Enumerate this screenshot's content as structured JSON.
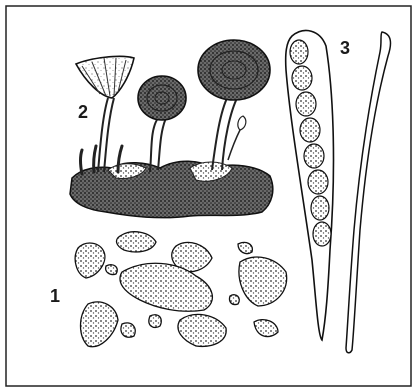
{
  "figure": {
    "labels": {
      "one": "1",
      "two": "2",
      "three": "3"
    }
  }
}
